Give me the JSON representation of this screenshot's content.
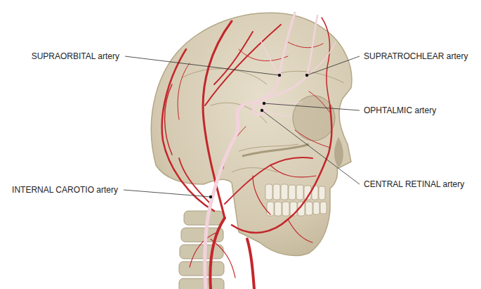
{
  "diagram": {
    "labels": [
      "SUPRAORBITAL artery",
      "SUPRATROCHLEAR artery",
      "OPHTALMIC artery",
      "CENTRAL RETINAL artery",
      "INTERNAL CAROTIO artery"
    ]
  }
}
